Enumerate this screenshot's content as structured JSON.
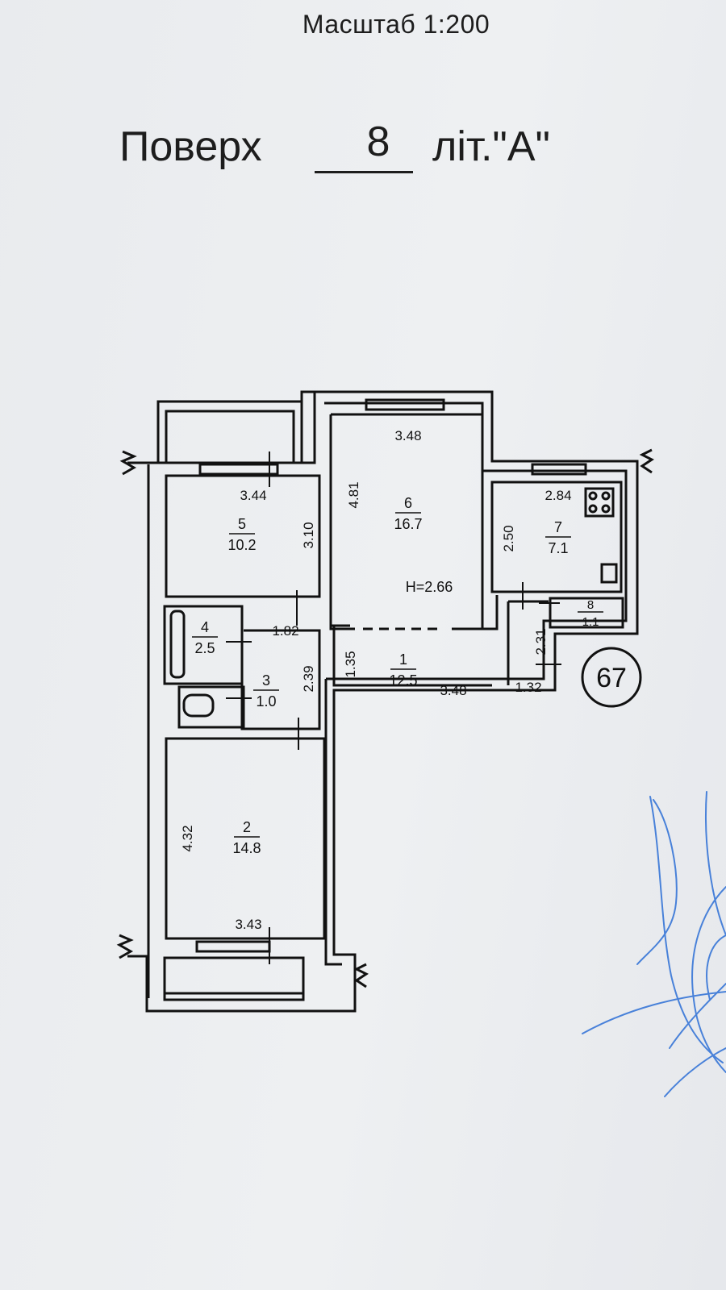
{
  "header": {
    "scale_text": "Масштаб 1:200",
    "floor_label": "Поверх",
    "floor_number": "8",
    "letter_label": "літ.\"А\""
  },
  "apartment_number": "67",
  "ceiling_height": "H=2.66",
  "rooms": [
    {
      "id": "1",
      "area": "12.5"
    },
    {
      "id": "2",
      "area": "14.8"
    },
    {
      "id": "3",
      "area": "1.0"
    },
    {
      "id": "4",
      "area": "2.5"
    },
    {
      "id": "5",
      "area": "10.2"
    },
    {
      "id": "6",
      "area": "16.7"
    },
    {
      "id": "7",
      "area": "7.1"
    },
    {
      "id": "8",
      "area": "1.1"
    }
  ],
  "dimensions": [
    "3.48",
    "4.81",
    "3.44",
    "3.10",
    "2.84",
    "2.50",
    "1.82",
    "2.39",
    "1.35",
    "3.48",
    "1.32",
    "2.31",
    "4.32",
    "3.43"
  ],
  "colors": {
    "ink": "#111111",
    "paper": "#eceef0",
    "signature": "#2d6fd6"
  }
}
